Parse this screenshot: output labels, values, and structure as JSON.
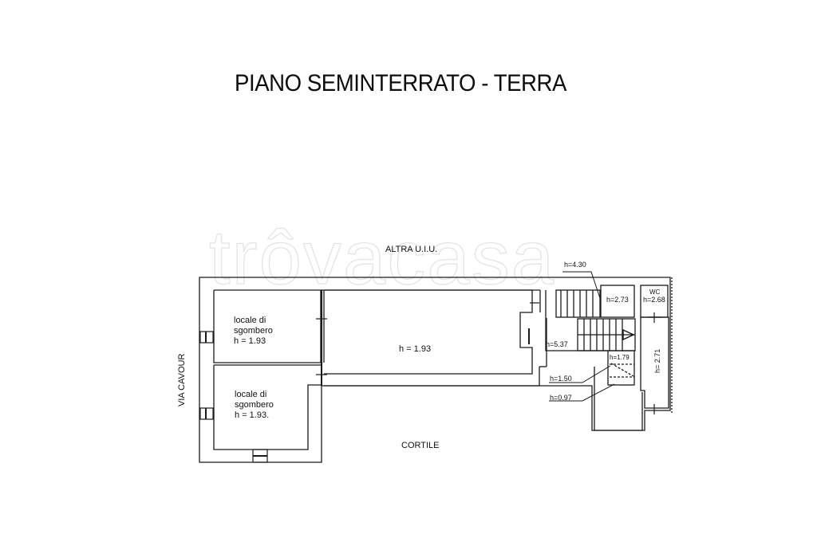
{
  "title": "PIANO SEMINTERRATO - TERRA",
  "watermark": "trôvacasa",
  "labels": {
    "neighbor": "ALTRA U.I.U.",
    "street": "VIA CAVOUR",
    "courtyard": "CORTILE"
  },
  "rooms": [
    {
      "id": "storage-1",
      "name_line1": "locale di",
      "name_line2": "sgombero",
      "height": "h = 1.93"
    },
    {
      "id": "storage-2",
      "name_line1": "locale di",
      "name_line2": "sgombero",
      "height": "h = 1.93."
    },
    {
      "id": "main-room",
      "height": "h = 1.93"
    }
  ],
  "heights": {
    "h430": "h=4.30",
    "h273": "h=2.73",
    "wc_label": "WC",
    "h268": "h=2.68",
    "h537": "h=5.37",
    "h179": "h=1.79",
    "h150": "h=1.50",
    "h097": "h=0.97",
    "h271": "h= 2.71"
  },
  "colors": {
    "line": "#1a1a1a",
    "watermark": "#e4e4e4",
    "background": "#ffffff"
  }
}
